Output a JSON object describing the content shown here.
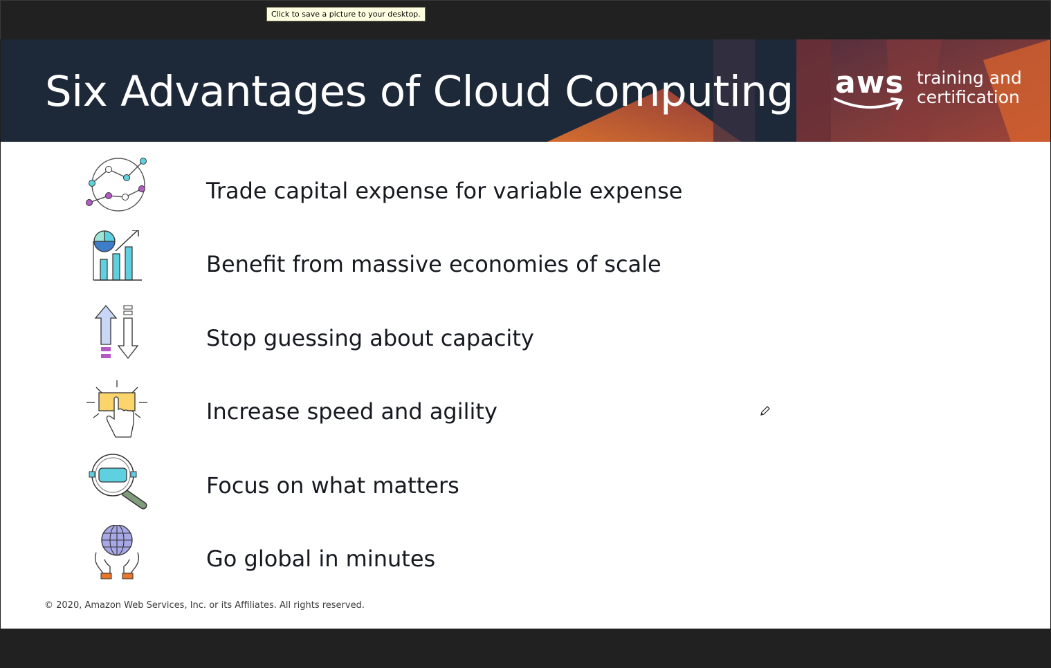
{
  "tooltip": {
    "text": "Click to save a picture to your desktop."
  },
  "header": {
    "title": "Six Advantages of Cloud Computing",
    "logo": {
      "wordmark": "aws",
      "subtitle_line1": "training and",
      "subtitle_line2": "certification"
    }
  },
  "advantages": [
    {
      "label": "Trade capital expense for variable expense",
      "icon": "line-chart-icon"
    },
    {
      "label": "Benefit from massive economies of scale",
      "icon": "bar-pie-chart-icon"
    },
    {
      "label": "Stop guessing about capacity",
      "icon": "up-down-arrows-icon"
    },
    {
      "label": "Increase speed and agility",
      "icon": "tap-button-icon"
    },
    {
      "label": "Focus on what matters",
      "icon": "magnifier-icon"
    },
    {
      "label": "Go global in minutes",
      "icon": "globe-hands-icon"
    }
  ],
  "footer": {
    "copyright": "© 2020, Amazon Web Services, Inc. or its Affiliates. All rights reserved."
  },
  "colors": {
    "header_bg": "#1d2838",
    "accent_orange": "#e8762d",
    "accent_red": "#b6463f",
    "icon_cyan": "#5fd0e0",
    "icon_purple": "#b45ac7",
    "icon_yellow": "#fbd56b",
    "icon_blue": "#3e7dc7"
  }
}
